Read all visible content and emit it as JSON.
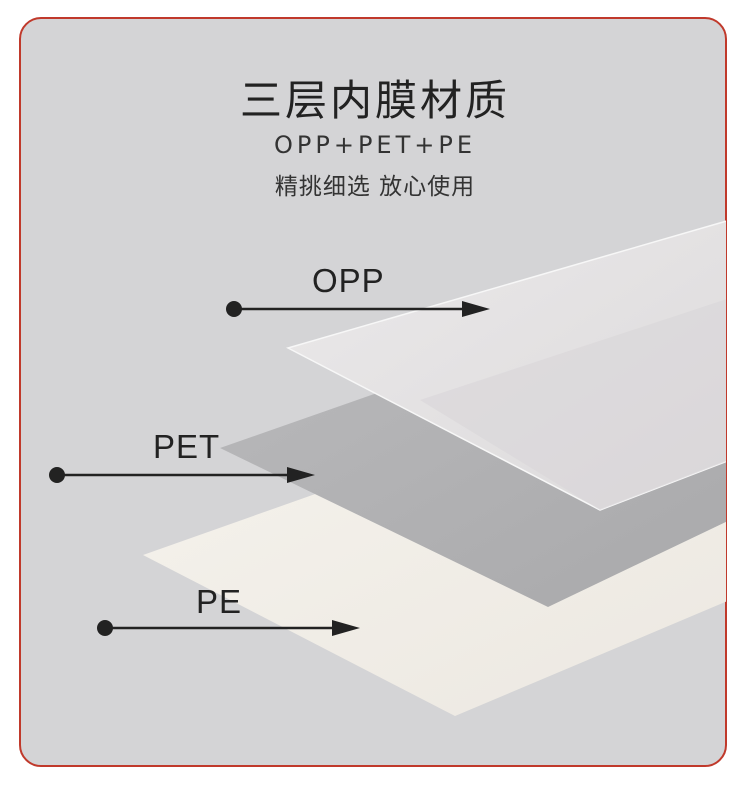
{
  "header": {
    "title": "三层内膜材质",
    "subtitle": "OPP+PET+PE",
    "tagline": "精挑细选 放心使用"
  },
  "layers": [
    {
      "label": "OPP"
    },
    {
      "label": "PET"
    },
    {
      "label": "PE"
    }
  ],
  "colors": {
    "border": "#c0392b",
    "background": "#d4d4d6",
    "opp_sheet": "#e6e4e5",
    "pet_sheet": "#b4b4b6",
    "pe_sheet": "#f2eee8",
    "arrow": "#222222"
  }
}
